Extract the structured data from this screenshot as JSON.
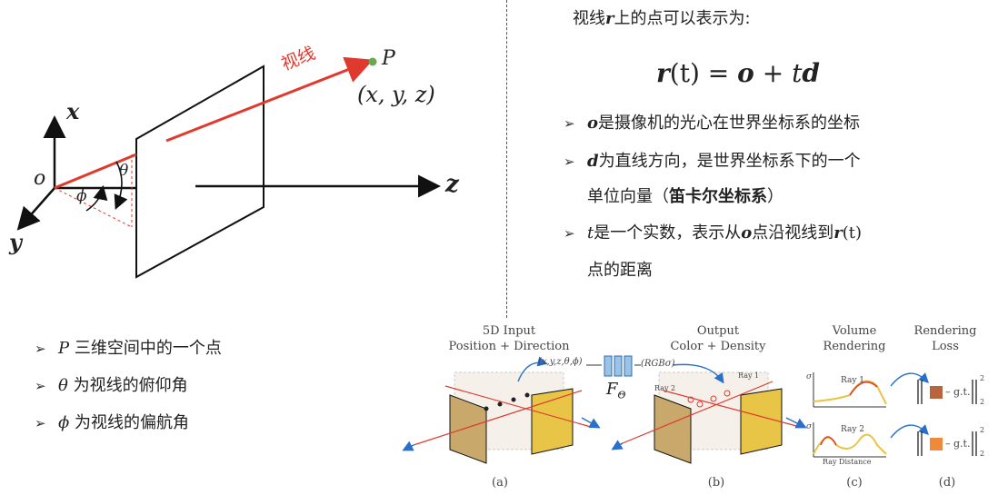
{
  "diagram": {
    "axes": {
      "x": "x",
      "y": "y",
      "z": "z",
      "origin": "o"
    },
    "ray_label": "视线",
    "point": {
      "name": "P",
      "coords": "(x, y, z)"
    },
    "angles": {
      "theta": "θ",
      "phi": "ϕ"
    }
  },
  "right_panel": {
    "intro_prefix": "视线",
    "intro_var": "r",
    "intro_suffix": "上的点可以表示为:",
    "equation": {
      "lhs_r": "r",
      "lhs_t": "(t)",
      "eq": " = ",
      "o": "o",
      "plus": " + ",
      "t": "t",
      "d": "d"
    },
    "bullets": [
      {
        "var": "o",
        "text": "是摄像机的光心在世界坐标系的坐标"
      },
      {
        "var": "d",
        "text": "为直线方向，是世界坐标系下的一个",
        "line2_plain": "单位向量（",
        "line2_bold": "笛卡尔坐标系",
        "line2_end": "）"
      },
      {
        "var": "t",
        "text": "是一个实数，表示从",
        "var2": "o",
        "text2": "点沿视线到",
        "var3": "r",
        "var3_arg": "(t)",
        "line2": "点的距离"
      }
    ]
  },
  "left_list": [
    {
      "var": "P",
      "text": " 三维空间中的一个点"
    },
    {
      "var": "θ",
      "text": " 为视线的俯仰角"
    },
    {
      "var": "ϕ",
      "text": " 为视线的偏航角"
    }
  ],
  "bullet_glyph": "➢",
  "nerf_figure": {
    "input_title": "5D Input",
    "input_sub": "Position + Direction",
    "input_vec": "(x,y,z,θ,ϕ)",
    "network": "F",
    "network_sub": "Θ",
    "output_vec": "(RGBσ)",
    "output_title": "Output",
    "output_sub": "Color + Density",
    "volume_title": "Volume",
    "volume_sub": "Rendering",
    "loss_title": "Rendering",
    "loss_sub": "Loss",
    "ray1": "Ray 1",
    "ray2": "Ray 2",
    "sigma": "σ",
    "ray_distance": "Ray Distance",
    "gt": "– g.t.",
    "norm_sub": "2",
    "norm_sup": "2",
    "panels": [
      "(a)",
      "(b)",
      "(c)",
      "(d)"
    ]
  },
  "colors": {
    "ray": "#e03a2f",
    "point": "#6aa84f",
    "axis": "#111111",
    "arrow_blue": "#2a6fc9",
    "box_fill": "#9cc3e6",
    "box_stroke": "#2f6fb0",
    "loss_red": "#b8643c",
    "loss_orange": "#f08a3a"
  }
}
